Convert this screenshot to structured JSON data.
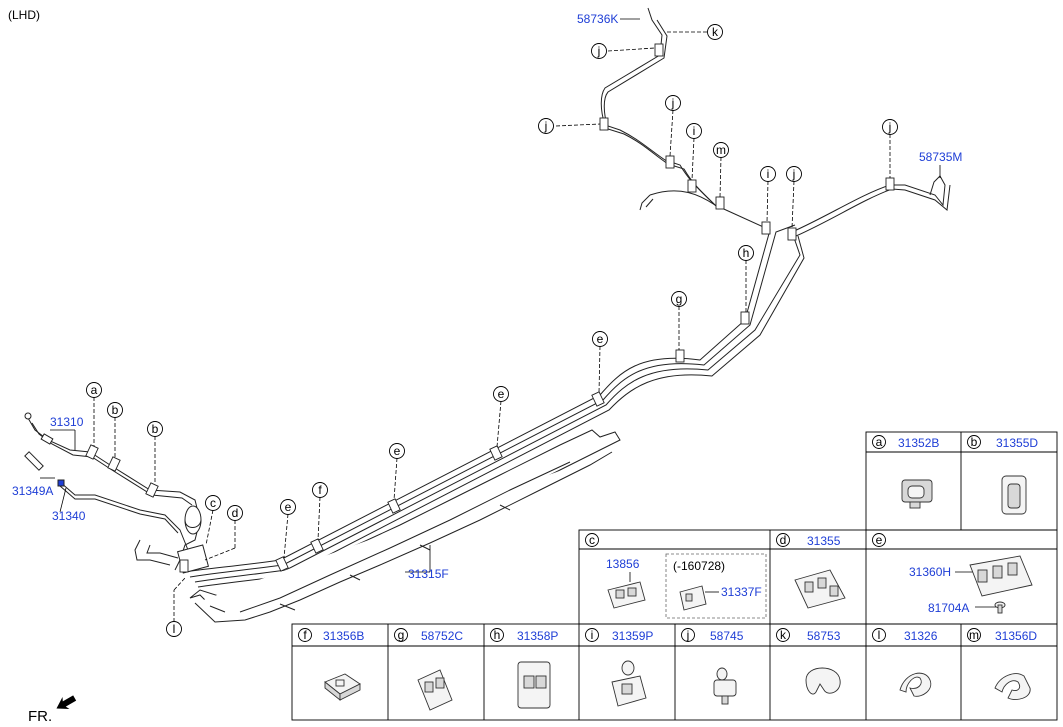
{
  "header": {
    "variant": "(LHD)"
  },
  "footer": {
    "front_label": "FR."
  },
  "callout_letters": {
    "a": "a",
    "b": "b",
    "c": "c",
    "d": "d",
    "e": "e",
    "f": "f",
    "g": "g",
    "h": "h",
    "i": "i",
    "j": "j",
    "k": "k",
    "l": "l",
    "m": "m"
  },
  "main_parts": {
    "p58736K": "58736K",
    "p58735M": "58735M",
    "p31310": "31310",
    "p31349A": "31349A",
    "p31340": "31340",
    "p31315F": "31315F"
  },
  "legend": {
    "a": {
      "letter": "a",
      "part": "31352B"
    },
    "b": {
      "letter": "b",
      "part": "31355D"
    },
    "c": {
      "letter": "c",
      "part_left": "13856",
      "revision": "(-160728)",
      "part_right": "31337F"
    },
    "d": {
      "letter": "d",
      "part": "31355"
    },
    "e": {
      "letter": "e",
      "part_top": "31360H",
      "part_bottom": "81704A"
    },
    "f": {
      "letter": "f",
      "part": "31356B"
    },
    "g": {
      "letter": "g",
      "part": "58752C"
    },
    "h": {
      "letter": "h",
      "part": "31358P"
    },
    "i": {
      "letter": "i",
      "part": "31359P"
    },
    "j": {
      "letter": "j",
      "part": "58745"
    },
    "k": {
      "letter": "k",
      "part": "58753"
    },
    "l": {
      "letter": "l",
      "part": "31326"
    },
    "m": {
      "letter": "m",
      "part": "31356D"
    }
  }
}
